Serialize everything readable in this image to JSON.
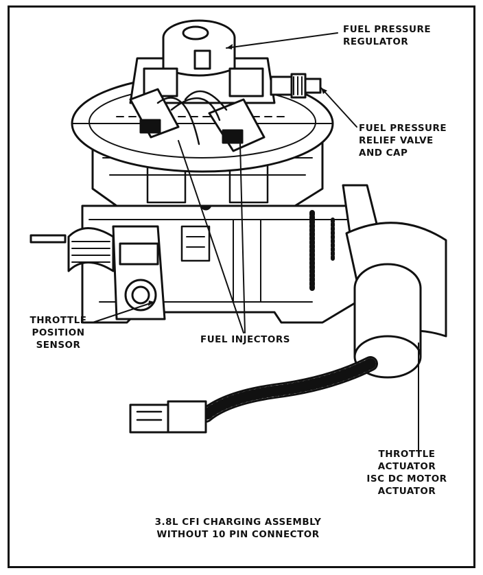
{
  "labels": {
    "fuel_pressure_regulator": [
      "FUEL PRESSURE",
      "REGULATOR"
    ],
    "fuel_pressure_relief_valve": [
      "FUEL PRESSURE",
      "RELIEF VALVE",
      "AND CAP"
    ],
    "throttle_position_sensor": [
      "THROTTLE",
      "POSITION",
      "SENSOR"
    ],
    "fuel_injectors": [
      "FUEL INJECTORS"
    ],
    "throttle_actuator": [
      "THROTTLE",
      "ACTUATOR",
      "ISC DC MOTOR",
      "ACTUATOR"
    ]
  },
  "caption": [
    "3.8L CFI CHARGING ASSEMBLY",
    "WITHOUT 10 PIN CONNECTOR"
  ],
  "colors": {
    "ink": "#111111",
    "paper": "#ffffff",
    "shade": "#cfcfcf"
  }
}
